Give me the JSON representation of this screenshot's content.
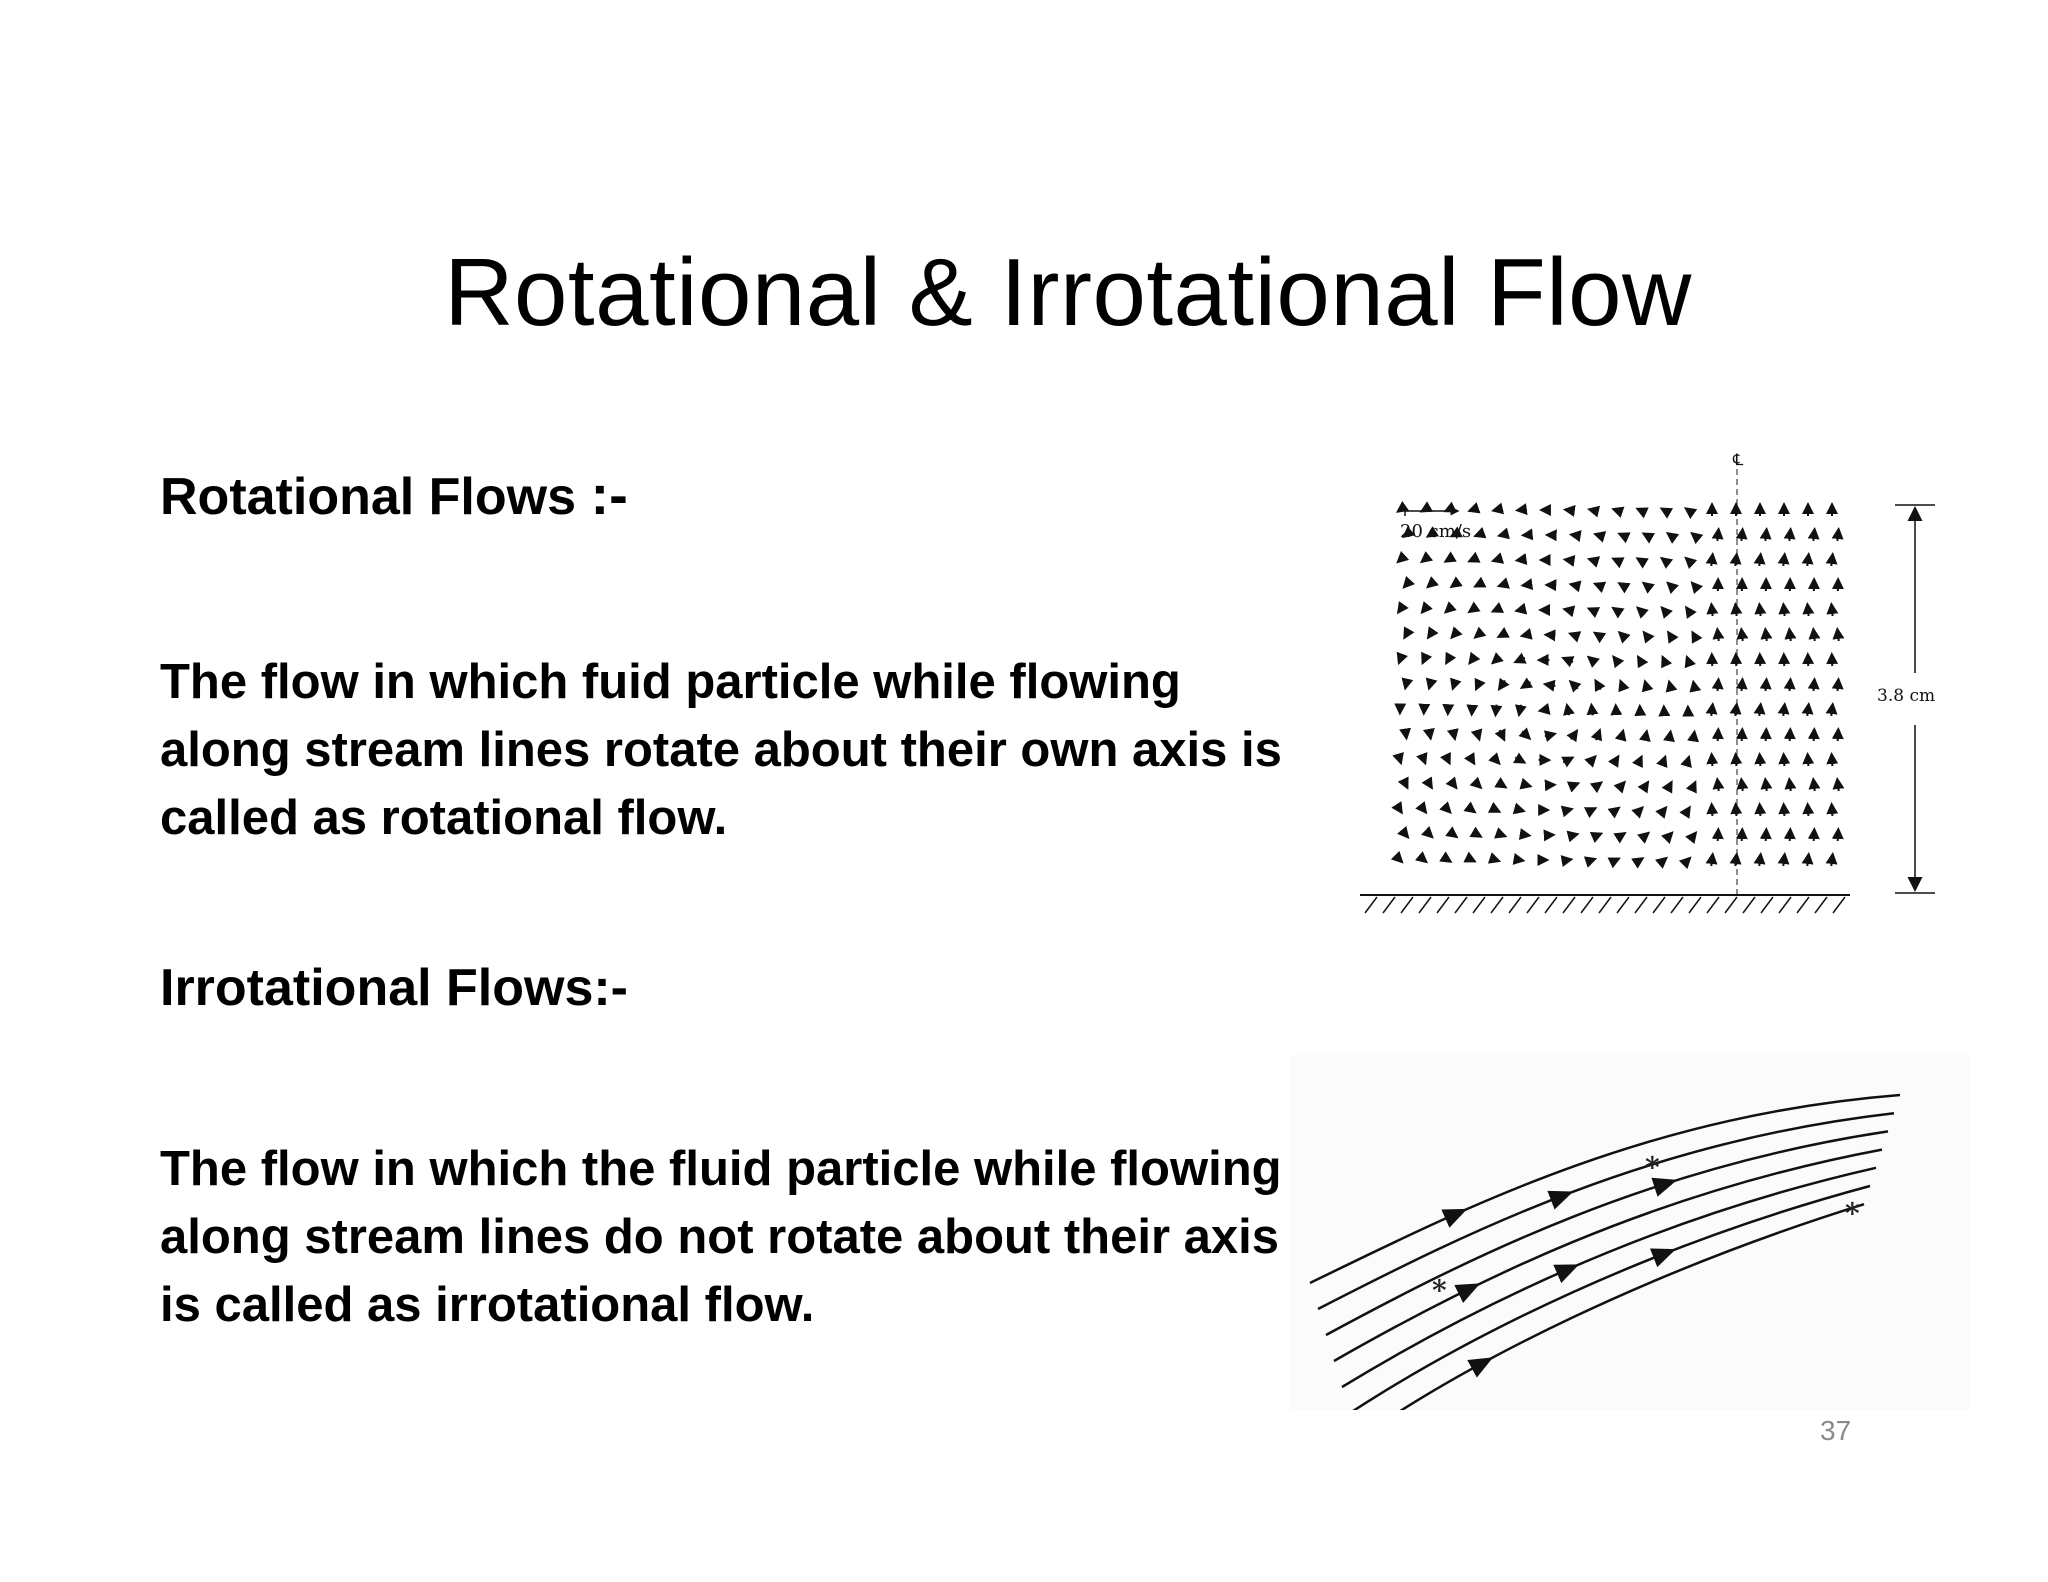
{
  "slide": {
    "title": "Rotational & Irrotational Flow",
    "rotational": {
      "heading": "Rotational Flows ",
      "heading_suffix": ":-",
      "definition": "The flow in which fuid particle while flowing along stream lines rotate about their own axis is called as rotational flow."
    },
    "irrotational": {
      "heading": "Irrotational Flows:-",
      "definition": "The flow in which the fluid particle while flowing along stream lines do not rotate about their axis is called as irrotational flow."
    },
    "page_number": "37"
  },
  "figures": {
    "vortex": {
      "scale_label": "20 cm/s",
      "height_label": "3.8 cm",
      "centerline_label": "℄"
    },
    "streamlines": {
      "marker": "*"
    }
  }
}
